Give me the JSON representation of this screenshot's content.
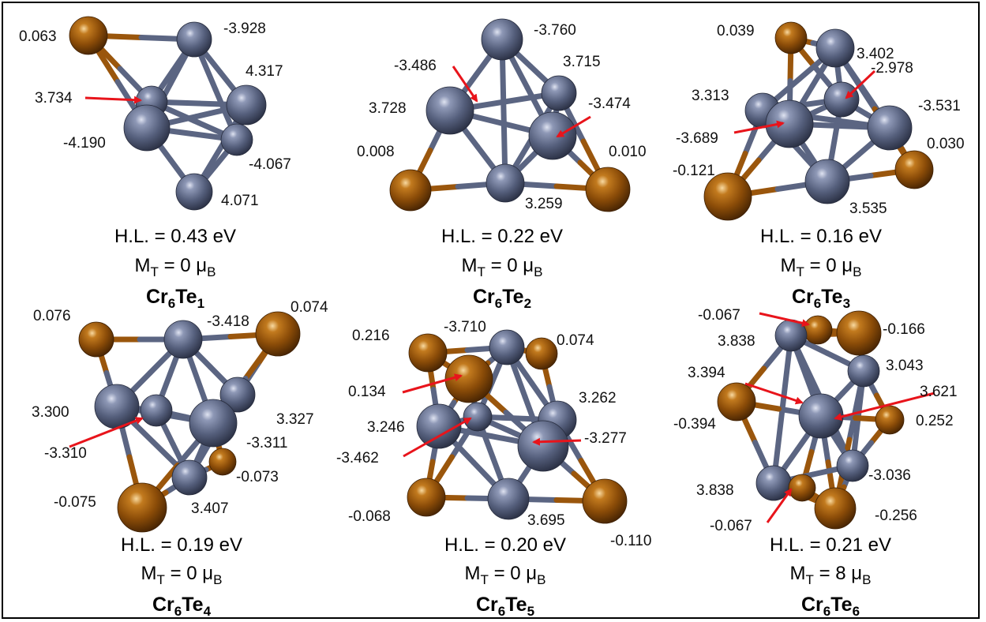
{
  "colors": {
    "cr_atom": "#5b6582",
    "te_atom": "#9a560c",
    "arrow": "#e8141b"
  },
  "icons": {
    "cr": "chromium-atom-sphere",
    "te": "tellurium-atom-sphere"
  },
  "panels": [
    {
      "id": "cr6te1",
      "hl": "H.L. = 0.43 eV",
      "mt_prefix": "M",
      "mt_sub": "T",
      "mt_value": " = 0 μ",
      "mt_unit_sub": "B",
      "formula": [
        {
          "t": "Cr",
          "s": "6"
        },
        {
          "t": "Te",
          "s": "1"
        }
      ],
      "labels": [
        "0.063",
        "-3.928",
        "4.317",
        "3.734",
        "-4.190",
        "-4.067",
        "4.071"
      ]
    },
    {
      "id": "cr6te2",
      "hl": "H.L. = 0.22 eV",
      "mt_prefix": "M",
      "mt_sub": "T",
      "mt_value": " = 0 μ",
      "mt_unit_sub": "B",
      "formula": [
        {
          "t": "Cr",
          "s": "6"
        },
        {
          "t": "Te",
          "s": "2"
        }
      ],
      "labels": [
        "-3.760",
        "-3.486",
        "3.715",
        "3.728",
        "-3.474",
        "0.008",
        "0.010",
        "3.259"
      ]
    },
    {
      "id": "cr6te3",
      "hl": "H.L. = 0.16 eV",
      "mt_prefix": "M",
      "mt_sub": "T",
      "mt_value": " = 0 μ",
      "mt_unit_sub": "B",
      "formula": [
        {
          "t": "Cr",
          "s": "6"
        },
        {
          "t": "Te",
          "s": "3"
        }
      ],
      "labels": [
        "0.039",
        "3.402",
        "-2.978",
        "3.313",
        "-3.531",
        "-3.689",
        "0.030",
        "-0.121",
        "3.535"
      ]
    },
    {
      "id": "cr6te4",
      "hl": "H.L. = 0.19 eV",
      "mt_prefix": "M",
      "mt_sub": "T",
      "mt_value": " = 0 μ",
      "mt_unit_sub": "B",
      "formula": [
        {
          "t": "Cr",
          "s": "6"
        },
        {
          "t": "Te",
          "s": "4"
        }
      ],
      "labels": [
        "0.076",
        "-3.418",
        "0.074",
        "3.300",
        "3.327",
        "-3.311",
        "-3.310",
        "-0.073",
        "-0.075",
        "3.407"
      ]
    },
    {
      "id": "cr6te5",
      "hl": "H.L. = 0.20 eV",
      "mt_prefix": "M",
      "mt_sub": "T",
      "mt_value": " = 0 μ",
      "mt_unit_sub": "B",
      "formula": [
        {
          "t": "Cr",
          "s": "6"
        },
        {
          "t": "Te",
          "s": "5"
        }
      ],
      "labels": [
        "0.216",
        "-3.710",
        "0.074",
        "0.134",
        "3.262",
        "3.246",
        "-3.277",
        "-3.462",
        "-0.068",
        "3.695",
        "-0.110"
      ]
    },
    {
      "id": "cr6te6",
      "hl": "H.L. = 0.21 eV",
      "mt_prefix": "M",
      "mt_sub": "T",
      "mt_value": " = 8 μ",
      "mt_unit_sub": "B",
      "formula": [
        {
          "t": "Cr",
          "s": "6"
        },
        {
          "t": "Te",
          "s": "6"
        }
      ],
      "labels": [
        "-0.067",
        "-0.166",
        "3.838",
        "3.043",
        "3.394",
        "3.621",
        "-0.394",
        "0.252",
        "3.838",
        "-3.036",
        "-0.067",
        "-0.256"
      ]
    }
  ]
}
